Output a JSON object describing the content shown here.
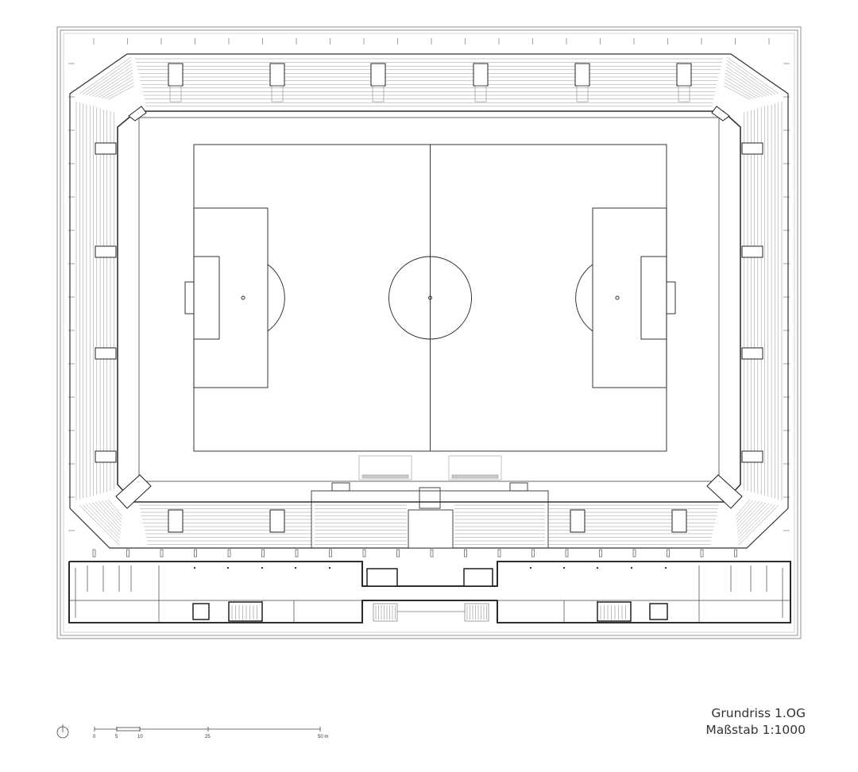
{
  "drawing": {
    "title": "Grundriss 1.OG",
    "scale": "Maßstab 1:1000"
  },
  "scale_bar": {
    "ticks": [
      "0",
      "5",
      "10",
      "25",
      "50 m"
    ]
  },
  "north_arrow": {
    "icon": "north-arrow-icon"
  },
  "colors": {
    "line": "#222222",
    "thin": "#555555",
    "light": "#999999",
    "background": "#ffffff"
  }
}
